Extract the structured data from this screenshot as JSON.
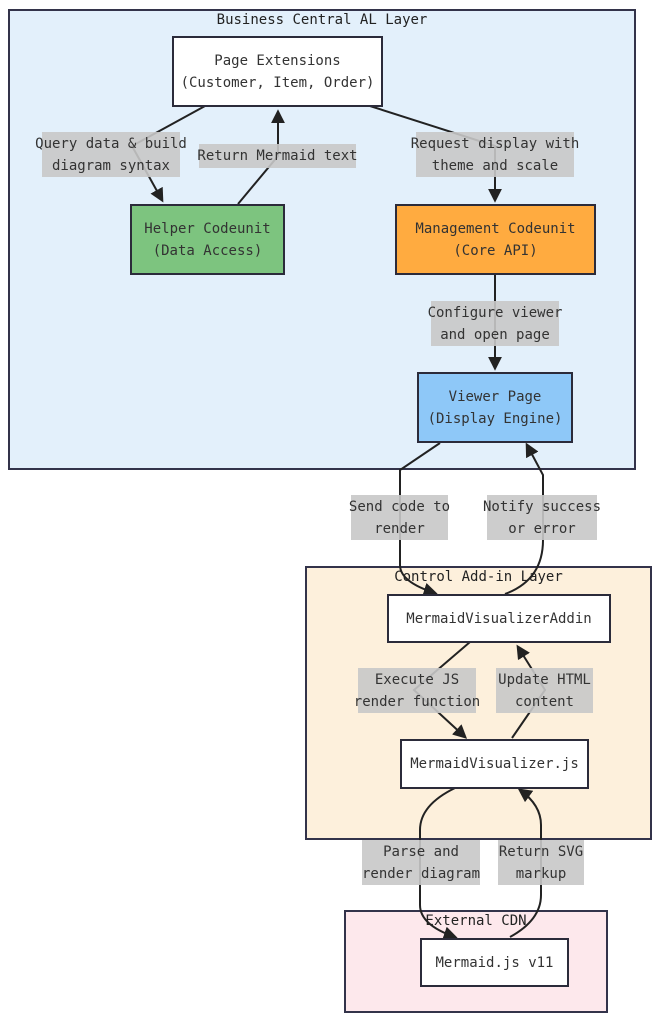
{
  "groups": {
    "bc": {
      "title": "Business Central AL Layer",
      "fill": "#e3f0fb"
    },
    "ctrl": {
      "title": "Control Add-in Layer",
      "fill": "#fdf0dc"
    },
    "cdn": {
      "title": "External CDN",
      "fill": "#fde8ec"
    }
  },
  "nodes": {
    "page_ext": {
      "line1": "Page Extensions",
      "line2": "(Customer, Item, Order)",
      "fill": "#ffffff"
    },
    "helper": {
      "line1": "Helper Codeunit",
      "line2": "(Data Access)",
      "fill": "#7dc47f"
    },
    "mgmt": {
      "line1": "Management Codeunit",
      "line2": "(Core API)",
      "fill": "#ffab40"
    },
    "viewer": {
      "line1": "Viewer Page",
      "line2": "(Display Engine)",
      "fill": "#8ec8f8"
    },
    "addin": {
      "line1": "MermaidVisualizerAddin",
      "fill": "#ffffff"
    },
    "js": {
      "line1": "MermaidVisualizer.js",
      "fill": "#ffffff"
    },
    "mermaid": {
      "line1": "Mermaid.js v11",
      "fill": "#ffffff"
    }
  },
  "edges": {
    "query": {
      "line1": "Query data & build",
      "line2": "diagram syntax"
    },
    "return_text": {
      "line1": "Return Mermaid text"
    },
    "request": {
      "line1": "Request display with",
      "line2": "theme and scale"
    },
    "configure": {
      "line1": "Configure viewer",
      "line2": "and open page"
    },
    "send": {
      "line1": "Send code to",
      "line2": "render"
    },
    "notify": {
      "line1": "Notify success",
      "line2": "or error"
    },
    "execute": {
      "line1": "Execute JS",
      "line2": "render function"
    },
    "update": {
      "line1": "Update HTML",
      "line2": "content"
    },
    "parse": {
      "line1": "Parse and",
      "line2": "render diagram"
    },
    "return_svg": {
      "line1": "Return SVG",
      "line2": "markup"
    }
  }
}
